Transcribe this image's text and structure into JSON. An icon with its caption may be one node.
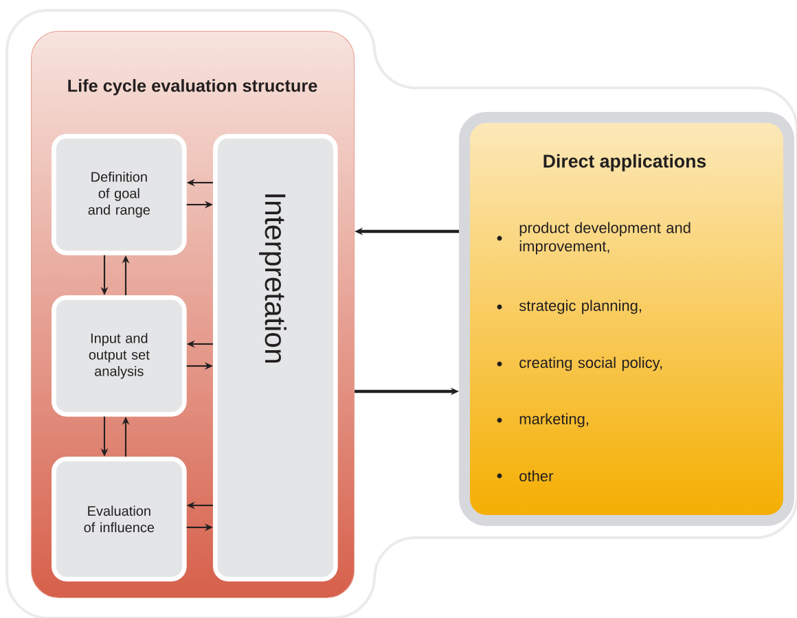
{
  "diagram": {
    "nodes": [
      {
        "text": [
          "Life cycle evaluation structure"
        ]
      },
      {
        "text": [
          "Definition of goal and range"
        ],
        "in": 0
      },
      {
        "text": [
          "Input and output set analysis"
        ],
        "in": 0
      },
      {
        "text": [
          "Evaluation of influence"
        ],
        "in": 0
      },
      {
        "text": [
          "Interpretation"
        ],
        "in": 0
      },
      {
        "text": [
          "Direct applications",
          "product development and improvement,",
          "strategic planning,",
          "creating social policy,",
          "marketing,",
          "other"
        ]
      }
    ],
    "edges": [
      {
        "from": 4,
        "to": 1,
        "arrow": "to"
      },
      {
        "from": 1,
        "to": 4,
        "arrow": "to"
      },
      {
        "from": 1,
        "to": 2,
        "arrow": "to"
      },
      {
        "from": 2,
        "to": 1,
        "arrow": "to"
      },
      {
        "from": 4,
        "to": 2,
        "arrow": "to"
      },
      {
        "from": 2,
        "to": 4,
        "arrow": "to"
      },
      {
        "from": 2,
        "to": 3,
        "arrow": "to"
      },
      {
        "from": 3,
        "to": 2,
        "arrow": "to"
      },
      {
        "from": 4,
        "to": 3,
        "arrow": "to"
      },
      {
        "from": 3,
        "to": 4,
        "arrow": "to"
      },
      {
        "from": 5,
        "to": 0,
        "arrow": "to",
        "style": "thick"
      },
      {
        "from": 0,
        "to": 5,
        "arrow": "to",
        "style": "thick"
      }
    ]
  }
}
